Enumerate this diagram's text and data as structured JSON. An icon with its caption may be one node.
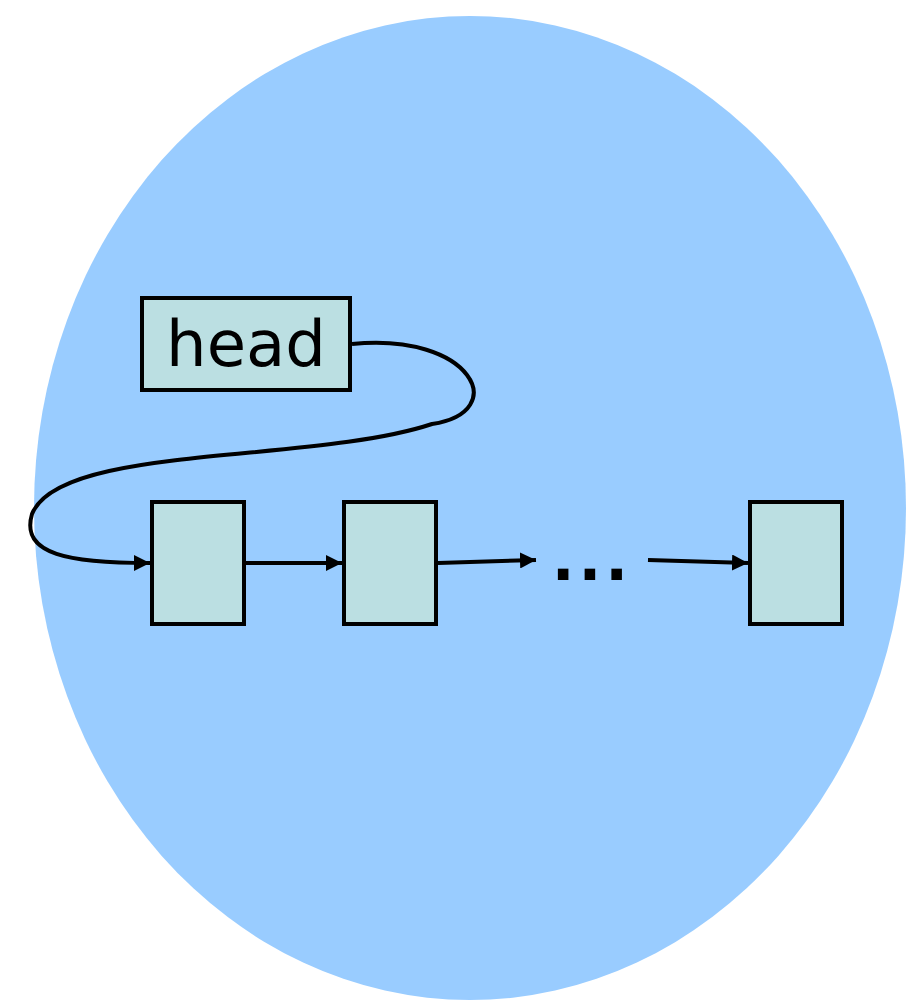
{
  "diagram": {
    "nodes": [
      {
        "text": [],
        "shape": "circle"
      },
      {
        "text": [
          "head"
        ],
        "in": 0
      },
      {
        "text": [],
        "shape": "box",
        "in": 0
      },
      {
        "text": [],
        "shape": "box",
        "in": 0
      },
      {
        "text": [
          "..."
        ],
        "in": 0
      },
      {
        "text": [],
        "shape": "box",
        "in": 0
      }
    ],
    "edges": [
      {
        "from": 1,
        "to": 2,
        "arrow": "to"
      },
      {
        "from": 2,
        "to": 3,
        "arrow": "to"
      },
      {
        "from": 3,
        "to": 4,
        "arrow": "to"
      },
      {
        "from": 4,
        "to": 5,
        "arrow": "to"
      }
    ]
  }
}
